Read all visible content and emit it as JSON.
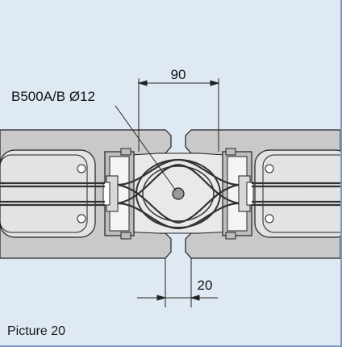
{
  "labels": {
    "rebar": "B500A/B Ø12",
    "dim_top": "90",
    "dim_bottom": "20"
  },
  "caption": "Picture 20",
  "colors": {
    "background": "#dfe9f3",
    "panel_fill": "#c9c9c9",
    "recess_fill": "#e9e9e9",
    "frame": "#7a9cc2",
    "line": "#222222"
  }
}
